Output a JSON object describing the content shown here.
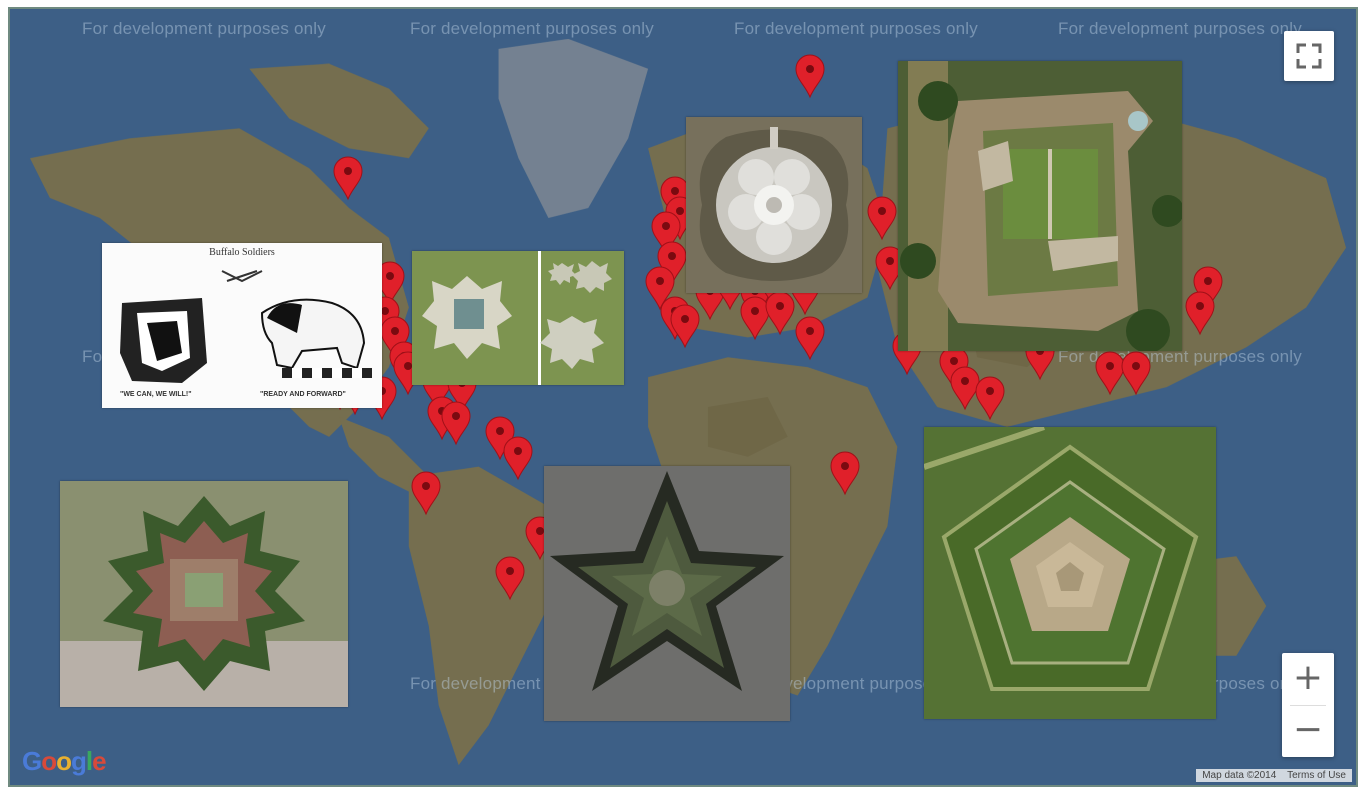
{
  "map": {
    "watermark_text": "For development purposes only",
    "attribution": {
      "map_data": "Map data ©2014",
      "terms": "Terms of Use"
    },
    "logo_text": "Google",
    "controls": {
      "zoom_in_symbol": "+",
      "zoom_out_symbol": "−",
      "fullscreen_icon": "fullscreen-icon"
    }
  },
  "photos": {
    "buffalo_soldiers": {
      "title": "Buffalo Soldiers",
      "left_motto": "\"WE CAN, WE WILL!\"",
      "right_motto": "\"READY AND FORWARD\""
    }
  },
  "colors": {
    "ocean": "#3d5f86",
    "land": "#8a7a4a",
    "marker": "#e0202a"
  }
}
